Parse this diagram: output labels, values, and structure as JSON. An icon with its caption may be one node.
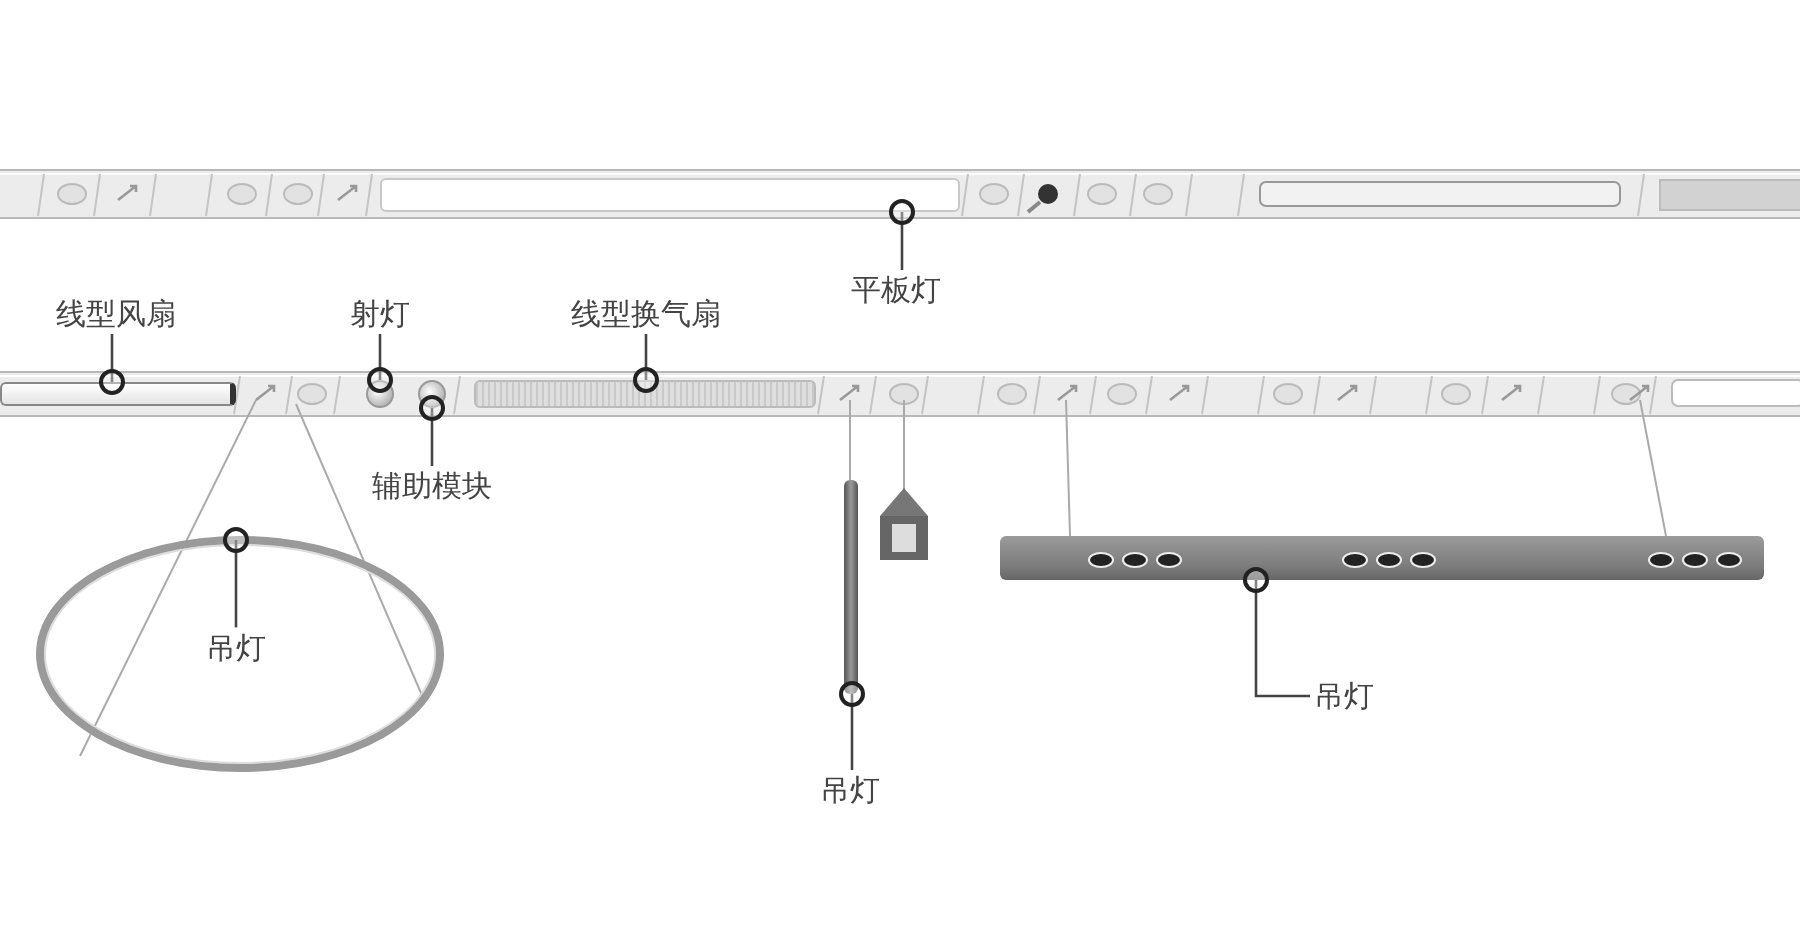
{
  "diagram": {
    "nodes": [
      {
        "text": [
          "平板灯"
        ]
      },
      {
        "text": [
          "线型风扇"
        ]
      },
      {
        "text": [
          "射灯"
        ]
      },
      {
        "text": [
          "线型换气扇"
        ]
      },
      {
        "text": [
          "辅助模块"
        ]
      },
      {
        "text": [
          "吊灯"
        ],
        "in": 13
      },
      {
        "text": [
          "吊灯"
        ]
      },
      {
        "text": [
          "吊灯"
        ]
      },
      {
        "text": [],
        "shape": "bar"
      },
      {
        "text": [],
        "shape": "bar"
      },
      {
        "text": [],
        "shape": "circle"
      },
      {
        "text": [],
        "shape": "bar"
      },
      {
        "text": [],
        "shape": "circle"
      },
      {
        "text": [],
        "shape": "circle"
      },
      {
        "text": [],
        "shape": "bar"
      },
      {
        "text": [],
        "shape": "bar"
      }
    ],
    "edges": [
      {
        "from": 0,
        "to": 8,
        "arrow": "other"
      },
      {
        "from": 1,
        "to": 9,
        "arrow": "other"
      },
      {
        "from": 2,
        "to": 10,
        "arrow": "other"
      },
      {
        "from": 3,
        "to": 11,
        "arrow": "other"
      },
      {
        "from": 4,
        "to": 12,
        "arrow": "other"
      },
      {
        "from": 5,
        "to": 13,
        "arrow": "other"
      },
      {
        "from": 6,
        "to": 14,
        "arrow": "other"
      },
      {
        "from": 7,
        "to": 15,
        "arrow": "other"
      }
    ]
  }
}
